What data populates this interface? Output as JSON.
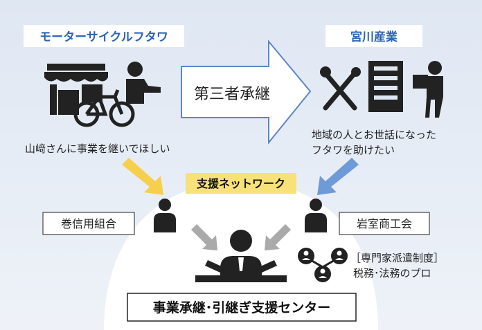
{
  "left_party": {
    "name": "モーターサイクルフタワ",
    "wish": "山﨑さんに事業を継いでほしい"
  },
  "right_party": {
    "name": "宮川産業",
    "wish_line1": "地域の人とお世話になった",
    "wish_line2": "フタワを助けたい"
  },
  "arrow_label": "第三者承継",
  "network_label": "支援ネットワーク",
  "left_org": "巻信用組合",
  "right_org": "岩室商工会",
  "expert": {
    "line1": "［専門家派遣制度］",
    "line2": "税務･法務のプロ"
  },
  "center": "事業承継･引継ぎ支援センター",
  "colors": {
    "brand_blue": "#2a63b8",
    "network_yellow": "#f7e27a",
    "arrow_yellow": "#f6d04d",
    "arrow_blue": "#6f9ad8"
  }
}
